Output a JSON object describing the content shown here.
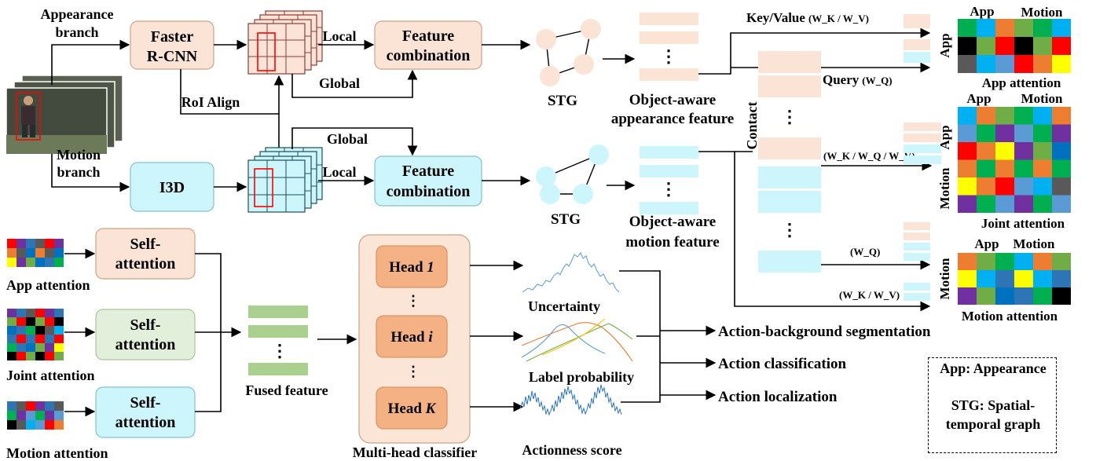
{
  "input": {
    "appearance_branch": [
      "Appearance",
      "branch"
    ],
    "motion_branch": [
      "Motion",
      "branch"
    ],
    "roi_align": "RoI Align"
  },
  "appearance": {
    "detector": [
      "Faster",
      "R-CNN"
    ],
    "local": "Local",
    "global": "Global",
    "combination": [
      "Feature",
      "combination"
    ],
    "stg": "STG",
    "feature": [
      "Object-aware",
      "appearance feature"
    ]
  },
  "motion": {
    "backbone": "I3D",
    "local": "Local",
    "global": "Global",
    "combination": [
      "Feature",
      "combination"
    ],
    "stg": "STG",
    "feature": [
      "Object-aware",
      "motion feature"
    ]
  },
  "cross_attention": {
    "contact": "Contact",
    "key_value": "Key/Value",
    "key_value_w": "(W_K / W_V)",
    "query": "Query",
    "query_w": "(W_Q)",
    "joint_w": "(W_K / W_Q / W_V)",
    "motion_q_w": "(W_Q)",
    "motion_kv_w": "(W_K / W_V)"
  },
  "attention_maps": {
    "app": {
      "col_labels": [
        "App",
        "Motion"
      ],
      "row_label": "App",
      "caption": "App attention"
    },
    "joint": {
      "col_labels": [
        "App",
        "Motion"
      ],
      "row_labels": [
        "App",
        "Motion"
      ],
      "caption": "Joint attention"
    },
    "motion": {
      "col_labels": [
        "App",
        "Motion"
      ],
      "row_label": "Motion",
      "caption": "Motion attention"
    }
  },
  "palette": {
    "peach": "#fbe4d5",
    "peach_border": "#c9a48b",
    "cyan": "#ccf5fc",
    "cyan_border": "#86c1cc",
    "green": "#e2efda",
    "green_border": "#a8c49a",
    "fused_green": "#a9d08e",
    "head_orange": "#f4b183",
    "head_border": "#d08a55",
    "classifier_bg": "#fbe5d6"
  },
  "cell_colors": [
    "#ffff00",
    "#00b050",
    "#ff0000",
    "#0070c0",
    "#00b0f0",
    "#7030a0",
    "#000000",
    "#ed7d31",
    "#2e75b6",
    "#5b9bd5",
    "#70ad47",
    "#595959"
  ],
  "fusion": {
    "self_attention": [
      "Self-",
      "attention"
    ],
    "inputs": [
      "App attention",
      "Joint attention",
      "Motion attention"
    ],
    "fused_feature": "Fused feature"
  },
  "classifier": {
    "heads": [
      {
        "name": "Head",
        "idx": "1"
      },
      {
        "name": "Head",
        "idx": "i"
      },
      {
        "name": "Head",
        "idx": "K"
      }
    ],
    "caption": "Multi-head classifier",
    "dots": "⋮"
  },
  "outputs": {
    "signals": [
      "Uncertainty",
      "Label probability",
      "Actionness score"
    ],
    "tasks": [
      "Action-background segmentation",
      "Action classification",
      "Action localization"
    ]
  },
  "legend": {
    "lines": [
      "App: Appearance",
      "STG: Spatial-",
      "temporal graph"
    ]
  }
}
